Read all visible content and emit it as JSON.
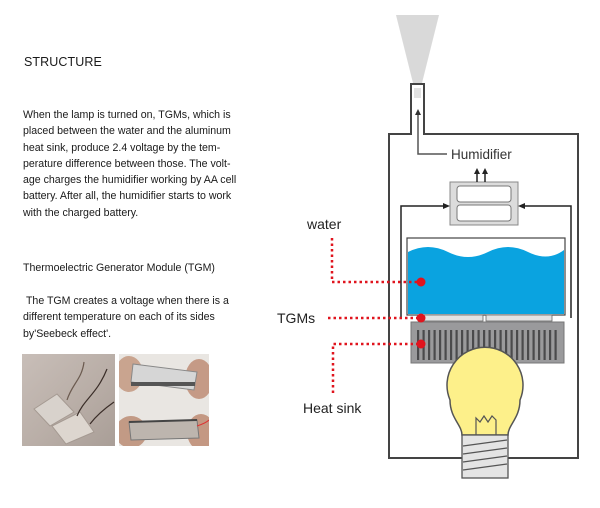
{
  "left_panel": {
    "title": "STRUCTURE",
    "paragraph1": "When the lamp is turned on, TGMs, which is placed between the water and the aluminum heat sink,  produce 2.4 voltage by the tem-perature difference between those. The volt-age charges the humidifier working by AA cell battery. After all, the humidifier starts to work with the charged battery.",
    "tgm_heading": "Thermoelectric Generator Module (TGM)",
    "paragraph2": " The TGM creates a voltage when there is a different temperature on each of its sides by'Seebeck effect'.",
    "photos": [
      {
        "name": "tgm-modules-with-wires-photo"
      },
      {
        "name": "tgm-held-in-hands-photo"
      }
    ]
  },
  "diagram": {
    "labels": {
      "humidifier": "Humidifier",
      "water": "water",
      "tgms": "TGMs",
      "heat_sink": "Heat sink"
    },
    "colors": {
      "water": "#0aa3e0",
      "pointer": "#e0141e",
      "bulb": "#fdf08a",
      "heatsink": "#9a9a9c",
      "outline": "#333333",
      "mist": "#d9d9d9"
    }
  }
}
